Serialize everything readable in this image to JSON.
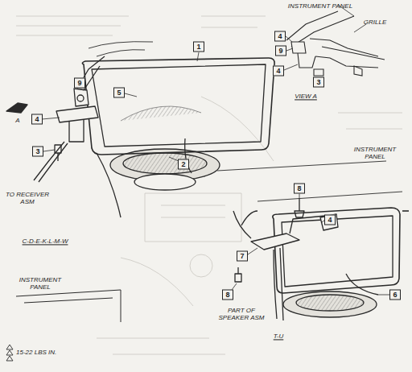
{
  "diagram": {
    "labels": [
      "9",
      "4",
      "5",
      "1",
      "A",
      "3",
      "2",
      "TO RECEIVER ASM",
      "C-D-E-K-L-M-W",
      "INSTRUMENT PANEL",
      "15-22 LBS IN.",
      "INSTRUMENT PANEL",
      "GRILLE",
      "4",
      "9",
      "4",
      "3",
      "VIEW A",
      "INSTRUMENT PANEL",
      "8",
      "4",
      "7",
      "8",
      "6",
      "PART OF SPEAKER ASM",
      "T-U"
    ]
  }
}
